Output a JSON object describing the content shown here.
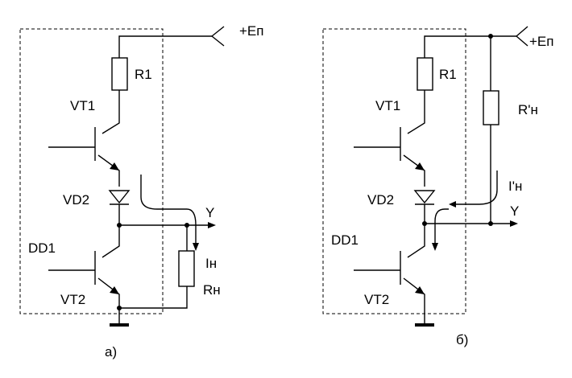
{
  "panel_a": {
    "supply": "+Eп",
    "r1": "R1",
    "vt1": "VT1",
    "vd2": "VD2",
    "dd1": "DD1",
    "vt2": "VT2",
    "output": "Y",
    "load_current": "Iн",
    "load_resistor": "Rн",
    "caption": "а)"
  },
  "panel_b": {
    "supply": "+Eп",
    "r1": "R1",
    "vt1": "VT1",
    "vd2": "VD2",
    "dd1": "DD1",
    "vt2": "VT2",
    "output": "Y",
    "load_current": "I'н",
    "load_resistor": "R'н",
    "caption": "б)"
  }
}
